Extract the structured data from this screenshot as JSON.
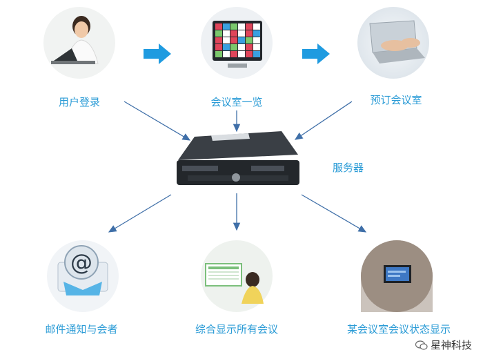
{
  "nodes": {
    "user_login": "用户登录",
    "room_list": "会议室一览",
    "reserve_room": "预订会议室",
    "server": "服务器",
    "mail_notify": "邮件通知与会者",
    "display_all": "综合显示所有会议",
    "room_status": "某会议室会议状态显示"
  },
  "watermark": "星神科技",
  "colors": {
    "label": "#2a9bd6",
    "arrow_fill": "#1f9be0",
    "line": "#3f6fa8"
  }
}
